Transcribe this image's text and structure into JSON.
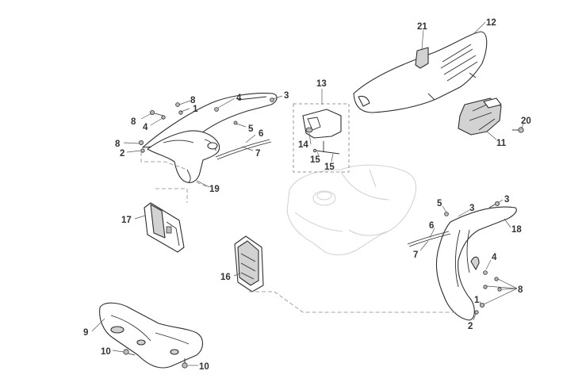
{
  "callouts": [
    {
      "id": "c1a",
      "text": "1"
    },
    {
      "id": "c1b",
      "text": "1"
    },
    {
      "id": "c2a",
      "text": "2"
    },
    {
      "id": "c2b",
      "text": "2"
    },
    {
      "id": "c3a",
      "text": "3"
    },
    {
      "id": "c3b",
      "text": "3"
    },
    {
      "id": "c3c",
      "text": "3"
    },
    {
      "id": "c4a",
      "text": "4"
    },
    {
      "id": "c4b",
      "text": "4"
    },
    {
      "id": "c4c",
      "text": "4"
    },
    {
      "id": "c5a",
      "text": "5"
    },
    {
      "id": "c5b",
      "text": "5"
    },
    {
      "id": "c6a",
      "text": "6"
    },
    {
      "id": "c6b",
      "text": "6"
    },
    {
      "id": "c7a",
      "text": "7"
    },
    {
      "id": "c7b",
      "text": "7"
    },
    {
      "id": "c8a",
      "text": "8"
    },
    {
      "id": "c8b",
      "text": "8"
    },
    {
      "id": "c8c",
      "text": "8"
    },
    {
      "id": "c8d",
      "text": "8"
    },
    {
      "id": "c9",
      "text": "9"
    },
    {
      "id": "c10a",
      "text": "10"
    },
    {
      "id": "c10b",
      "text": "10"
    },
    {
      "id": "c11",
      "text": "11"
    },
    {
      "id": "c12",
      "text": "12"
    },
    {
      "id": "c13",
      "text": "13"
    },
    {
      "id": "c14",
      "text": "14"
    },
    {
      "id": "c15a",
      "text": "15"
    },
    {
      "id": "c15b",
      "text": "15"
    },
    {
      "id": "c16",
      "text": "16"
    },
    {
      "id": "c17",
      "text": "17"
    },
    {
      "id": "c18",
      "text": "18"
    },
    {
      "id": "c19",
      "text": "19"
    },
    {
      "id": "c20",
      "text": "20"
    },
    {
      "id": "c21",
      "text": "21"
    }
  ]
}
